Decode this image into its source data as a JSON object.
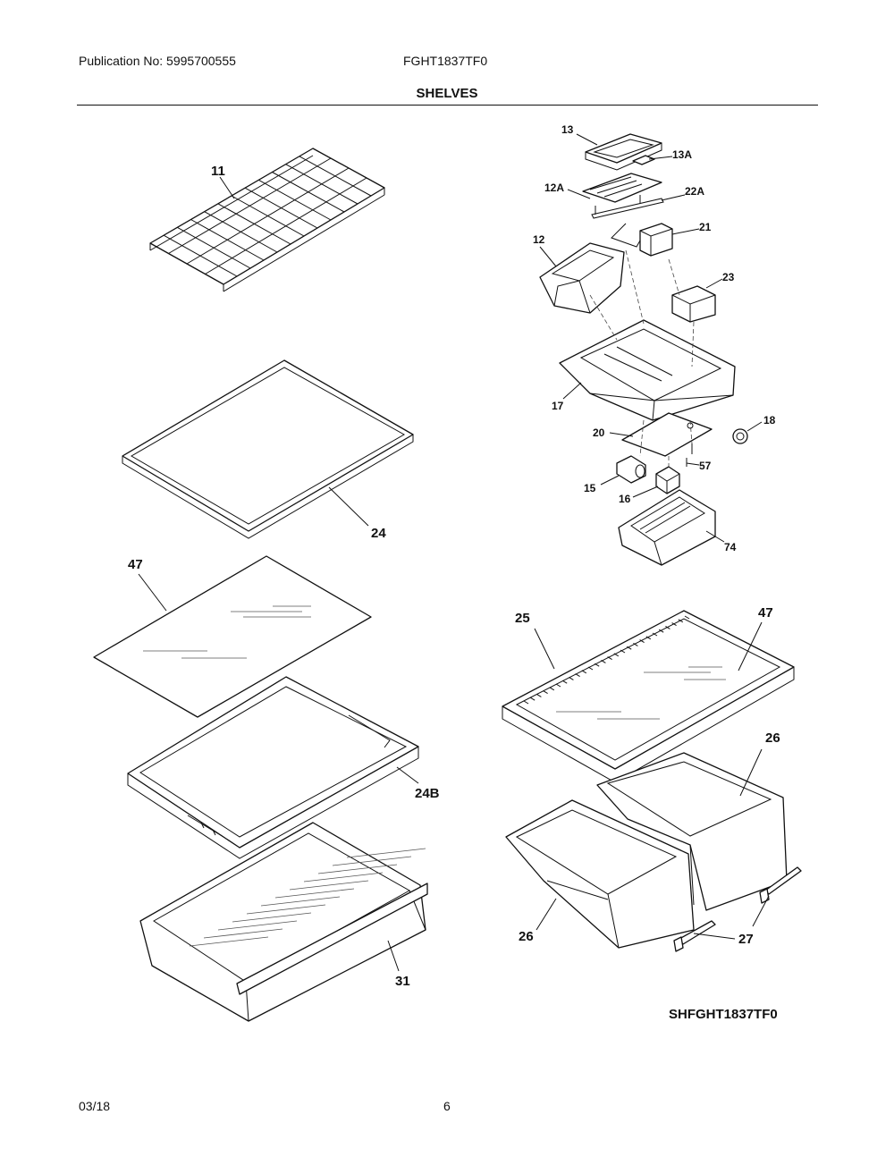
{
  "header": {
    "publication": "Publication No: 5995700555",
    "model": "FGHT1837TF0",
    "section": "SHELVES"
  },
  "callouts": {
    "c11": "11",
    "c24": "24",
    "c47a": "47",
    "c24b": "24B",
    "c31": "31",
    "c13": "13",
    "c13a": "13A",
    "c12a": "12A",
    "c22a": "22A",
    "c21": "21",
    "c12": "12",
    "c23": "23",
    "c17": "17",
    "c18": "18",
    "c20": "20",
    "c57": "57",
    "c15": "15",
    "c16": "16",
    "c74": "74",
    "c25": "25",
    "c47b": "47",
    "c26a": "26",
    "c26b": "26",
    "c27": "27"
  },
  "footer": {
    "diagram_ref": "SHFGHT1837TF0",
    "date": "03/18",
    "page": "6"
  }
}
